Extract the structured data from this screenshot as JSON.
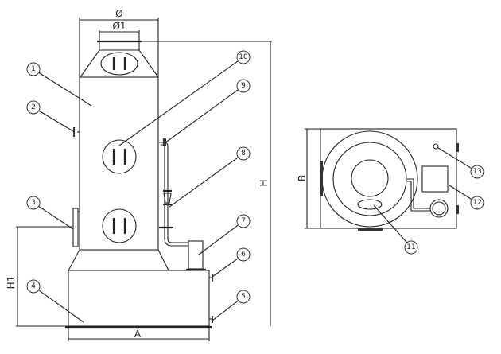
{
  "title": "Scrubber tower elevation and plan view",
  "dimensions": {
    "diameter": "Ø",
    "diameter1": "Ø1",
    "height": "H",
    "height1": "H1",
    "width": "A",
    "depth": "B"
  },
  "callouts": [
    "1",
    "2",
    "3",
    "4",
    "5",
    "6",
    "7",
    "8",
    "9",
    "10",
    "11",
    "12",
    "13"
  ]
}
